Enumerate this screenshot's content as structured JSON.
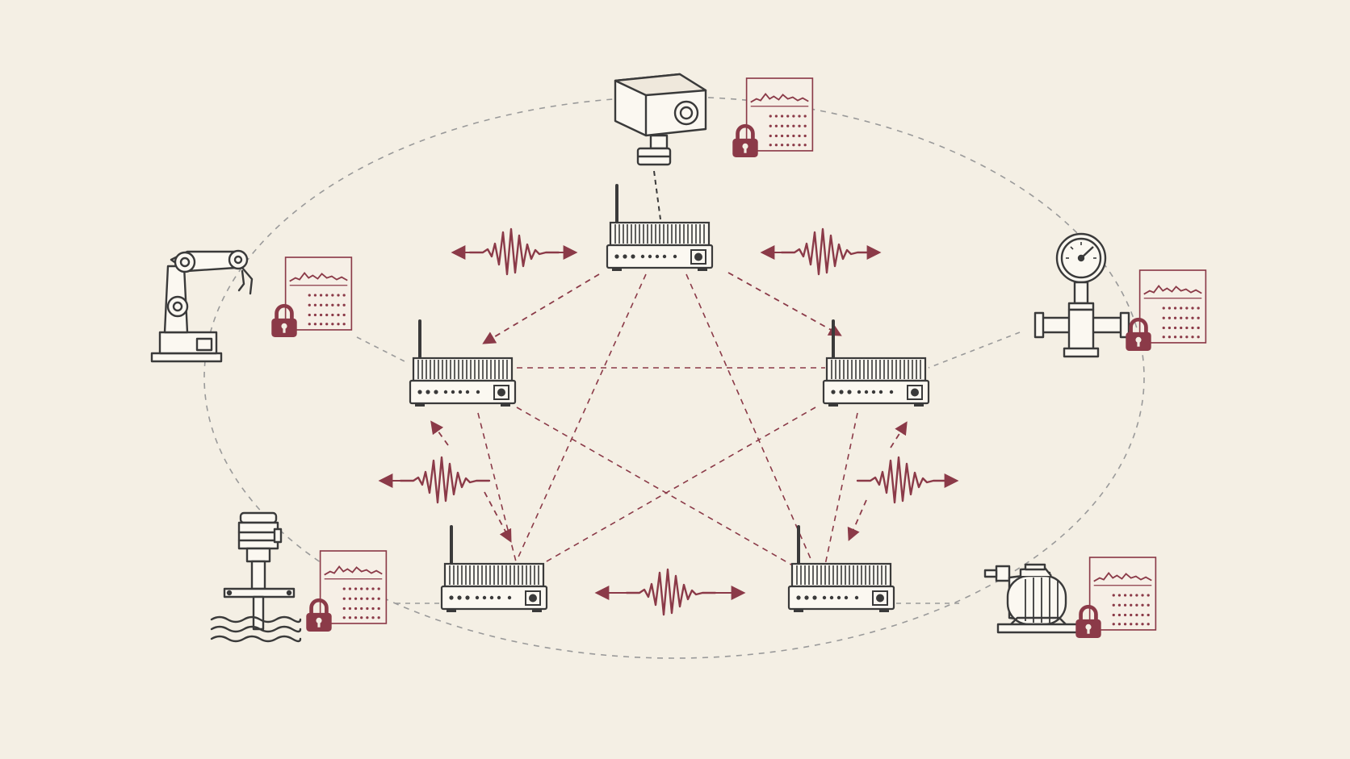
{
  "diagram": {
    "kind": "industrial-iot-mesh-network",
    "colors": {
      "background": "#f4efe4",
      "line_art": "#3a3a3a",
      "accent": "#8b3a48",
      "ring": "#9a9a9a"
    },
    "gateways": [
      {
        "id": "gw-top",
        "icon": "gateway-router-icon"
      },
      {
        "id": "gw-left",
        "icon": "gateway-router-icon"
      },
      {
        "id": "gw-right",
        "icon": "gateway-router-icon"
      },
      {
        "id": "gw-bottom-left",
        "icon": "gateway-router-icon"
      },
      {
        "id": "gw-bottom-right",
        "icon": "gateway-router-icon"
      }
    ],
    "devices": [
      {
        "id": "security-camera",
        "icon": "security-camera-icon",
        "secured": true
      },
      {
        "id": "robot-arm",
        "icon": "robot-arm-icon",
        "secured": true
      },
      {
        "id": "pressure-gauge",
        "icon": "pressure-gauge-icon",
        "secured": true
      },
      {
        "id": "level-sensor",
        "icon": "level-sensor-icon",
        "secured": true
      },
      {
        "id": "electric-motor",
        "icon": "electric-motor-icon",
        "secured": true
      }
    ],
    "decorations": {
      "data_panel_icon": "data-panel-icon",
      "lock_icon": "padlock-icon",
      "signal_icon": "radio-wave-icon"
    }
  }
}
